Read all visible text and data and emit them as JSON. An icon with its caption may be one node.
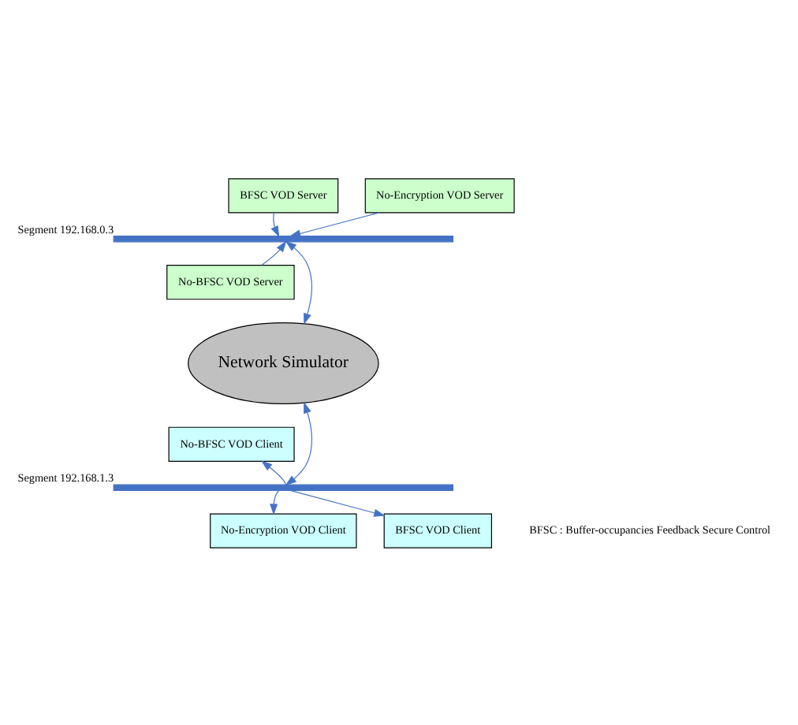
{
  "diagram": {
    "nodes": [
      {
        "text": [
          "BFSC VOD Server"
        ]
      },
      {
        "text": [
          "No-Encryption VOD Server"
        ]
      },
      {
        "text": [],
        "shape": "bar",
        "beside": [
          "Segment 192.168.0.3"
        ]
      },
      {
        "text": [
          "No-BFSC VOD Server"
        ]
      },
      {
        "text": [
          "Network Simulator"
        ]
      },
      {
        "text": [
          "No-BFSC VOD Client"
        ]
      },
      {
        "text": [],
        "shape": "bar",
        "beside": [
          "Segment 192.168.1.3"
        ]
      },
      {
        "text": [
          "No-Encryption VOD Client"
        ]
      },
      {
        "text": [
          "BFSC VOD Client"
        ]
      }
    ],
    "edges": [
      {
        "from": 0,
        "to": 2,
        "arrow": "to"
      },
      {
        "from": 1,
        "to": 2,
        "arrow": "to"
      },
      {
        "from": 3,
        "to": 2,
        "arrow": "to"
      },
      {
        "from": 2,
        "to": 4,
        "arrow": "both"
      },
      {
        "from": 4,
        "to": 6,
        "arrow": "both"
      },
      {
        "from": 6,
        "to": 5,
        "arrow": "to"
      },
      {
        "from": 6,
        "to": 7,
        "arrow": "to"
      },
      {
        "from": 6,
        "to": 8,
        "arrow": "to"
      }
    ],
    "labels": [
      "BFSC : Buffer-occupancies Feedback Secure Control"
    ]
  }
}
